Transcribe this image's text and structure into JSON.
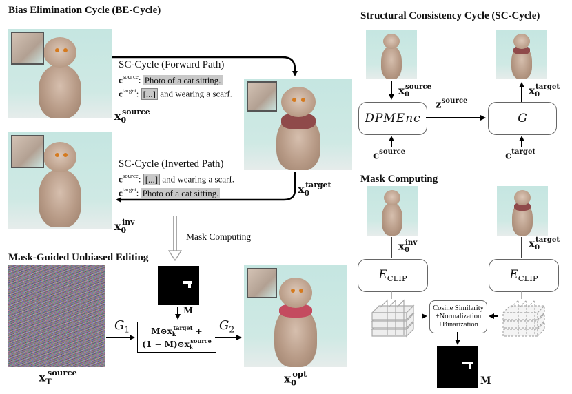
{
  "sections": {
    "be_cycle": "Bias Elimination Cycle (BE-Cycle)",
    "sc_cycle": "Structural Consistency Cycle (SC-Cycle)",
    "mask_computing": "Mask Computing",
    "mask_guided": "Mask-Guided Unbiased Editing"
  },
  "be": {
    "forward_path_title": "SC-Cycle (Forward Path)",
    "inverted_path_title": "SC-Cycle (Inverted Path)",
    "c_letter": "c",
    "source_sup": "source",
    "target_sup": "target",
    "colon": ":",
    "forward_source_prompt": "Photo of a cat sitting.",
    "forward_target_ellipsis": "[...]",
    "forward_target_rest": "and wearing a scarf.",
    "inverted_source_ellipsis": "[...]",
    "inverted_source_rest": "and wearing a scarf.",
    "inverted_target_prompt": "Photo of a cat sitting.",
    "mask_computing_arrow_label": "Mask Computing"
  },
  "symbols": {
    "x": "x",
    "zero": "0",
    "source": "source",
    "target": "target",
    "inv": "inv",
    "opt": "opt",
    "T": "T",
    "k": "k",
    "z": "z",
    "G": "G",
    "G1_sub": "1",
    "G2_sub": "2",
    "E": "E",
    "clip": "CLIP",
    "dpmenc": "DPMEnc",
    "M": "M"
  },
  "edit_box": {
    "line1_prefix": "M⊙x",
    "line1_suffix": " +",
    "line2_prefix": "(1 − M)⊙x"
  },
  "cosine_box": {
    "line1": "Cosine Similarity",
    "line2": "+Normalization",
    "line3": "+Binarization"
  },
  "colors": {
    "photo_bg": "#c9e6e1",
    "scarf": "#8f4a4a",
    "highlight": "#c8c8c8",
    "noise": "#8a8a8a",
    "arrow": "#000000",
    "gray_arrow": "#aaaaaa"
  },
  "icons": {
    "photo": "cat-photo",
    "noise": "noise-image",
    "mask": "binary-mask",
    "features": "feature-stack"
  }
}
